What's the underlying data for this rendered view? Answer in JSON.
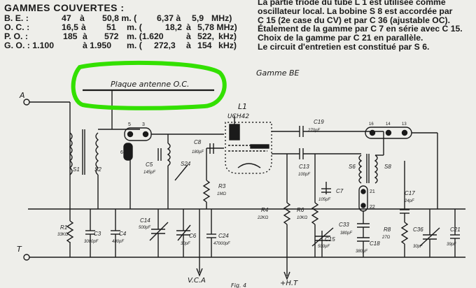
{
  "header": {
    "title": "GAMMES COUVERTES :",
    "rows": [
      {
        "band": "B. E.  :",
        "c1": "47",
        "a1": "à",
        "c2": "50,8 m. (",
        "c3": "6,37 à",
        "c4": "5,9",
        "u": "MHz)"
      },
      {
        "band": "O. C. :",
        "c1": "16,5",
        "a1": "à",
        "c2": "51",
        "c2b": "m. (",
        "c3": "18,2",
        "c3b": "à",
        "c4": "5,78 MHz)",
        "u": ""
      },
      {
        "band": "P. O. :",
        "c1": "185",
        "a1": "à",
        "c2": "572",
        "c2b": "m. (1.620",
        "c3": "",
        "c3b": "à",
        "c4": "522,",
        "u": "kHz)"
      },
      {
        "band": "G. O. : 1.100",
        "c1": "",
        "a1": "à 1.950",
        "c2": "",
        "c2b": "m. (",
        "c3": "272,3",
        "c3b": "à",
        "c4": "154",
        "u": "kHz)"
      }
    ]
  },
  "paragraph": [
    "La partie triode du tube L 1 est utilisée comme",
    "oscillateur local. La bobine S 8 est accordée par",
    "C 15 (2e case du CV) et par C 36 (ajustable OC).",
    "Étalement de la gamme par C 7 en série avec C 15.",
    "Choix de la gamme par C 21 en parallèle.",
    "Le circuit d'entretien est constitué par S 6."
  ],
  "schematic": {
    "gamme_label": "Gamme  BE",
    "annotation": "Plaque  antenne  O.C.",
    "highlight_color": "#33e000",
    "ink_color": "#1a1a1a",
    "terminals": {
      "antenna": "A",
      "ground": "T"
    },
    "tube": {
      "name": "L1",
      "type": "UCH42"
    },
    "bottom_labels": {
      "vca": "V.C.A",
      "ht": "+H.T",
      "fig": "Fig. 4"
    },
    "switch_numbers": [
      "5",
      "3",
      "6",
      "16",
      "14",
      "13",
      "21",
      "22"
    ],
    "components": [
      {
        "ref": "S1"
      },
      {
        "ref": "S2"
      },
      {
        "ref": "R1",
        "value": "33KΩ"
      },
      {
        "ref": "C3",
        "value": "3000pF"
      },
      {
        "ref": "C4",
        "value": "480pF"
      },
      {
        "ref": "C5",
        "value": "145pF"
      },
      {
        "ref": "S24"
      },
      {
        "ref": "C14",
        "value": "500pF"
      },
      {
        "ref": "C6",
        "value": "30pF"
      },
      {
        "ref": "C8",
        "value": "180pF"
      },
      {
        "ref": "R3",
        "value": "1MΩ"
      },
      {
        "ref": "C24",
        "value": "47000pF"
      },
      {
        "ref": "C19",
        "value": "270pF"
      },
      {
        "ref": "C13",
        "value": "100pF"
      },
      {
        "ref": "R4",
        "value": "22KΩ"
      },
      {
        "ref": "R6",
        "value": "10KΩ"
      },
      {
        "ref": "S6"
      },
      {
        "ref": "S8"
      },
      {
        "ref": "C7",
        "value": "105pF"
      },
      {
        "ref": "C33",
        "value": "380pF"
      },
      {
        "ref": "C15",
        "value": "500pF"
      },
      {
        "ref": "C18",
        "value": "380pF"
      },
      {
        "ref": "C17",
        "value": "24pF"
      },
      {
        "ref": "R8",
        "value": "27Ω"
      },
      {
        "ref": "C36",
        "value": "30pF"
      },
      {
        "ref": "C21",
        "value": "39pF"
      }
    ]
  }
}
